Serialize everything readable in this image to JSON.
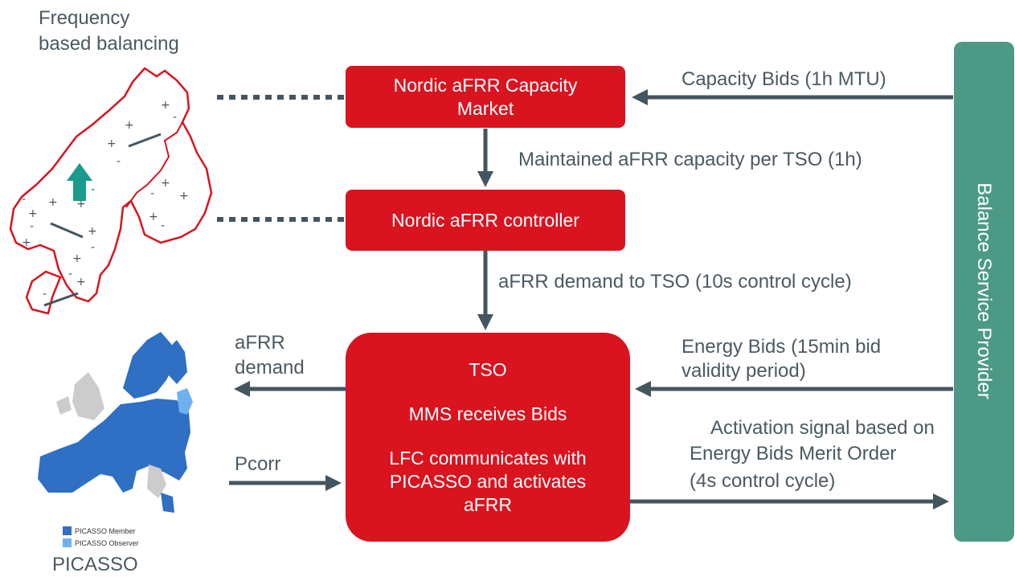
{
  "header": {
    "line1": "Frequency",
    "line2": "based balancing"
  },
  "boxes": {
    "capacity_market": {
      "line1": "Nordic aFRR Capacity",
      "line2": "Market"
    },
    "controller": {
      "label": "Nordic aFRR controller"
    },
    "tso": {
      "title": "TSO",
      "mms": "MMS receives Bids",
      "lfc_line1": "LFC communicates with",
      "lfc_line2": "PICASSO and activates",
      "lfc_line3": "aFRR"
    }
  },
  "labels": {
    "capacity_bids": "Capacity Bids (1h MTU)",
    "maintained": "Maintained aFRR capacity per TSO (1h)",
    "demand_to_tso": "aFRR demand to TSO (10s control cycle)",
    "energy_bids_1": "Energy Bids (15min bid",
    "energy_bids_2": "validity period)",
    "activation_1": "Activation signal based on",
    "activation_2": "Energy Bids Merit Order",
    "activation_3": "(4s control cycle)",
    "afrr_demand_1": "aFRR",
    "afrr_demand_2": "demand",
    "pcorr": "Pcorr",
    "picasso": "PICASSO"
  },
  "side_panel": {
    "label": "Balance Service Provider"
  },
  "legend": {
    "member": "PICASSO Member",
    "observer": "PICASSO Observer"
  },
  "map_symbols": {
    "plus": "+",
    "minus": "-"
  },
  "colors": {
    "box_red": "#d9141f",
    "arrow": "#44555f",
    "bsp_green": "#4c9a86",
    "nordic_outline": "#d9141f",
    "teal_arrow": "#1a9b8c",
    "picasso_member": "#2f6fc4",
    "picasso_observer": "#6fb0f0",
    "non_member": "#cccccc"
  }
}
